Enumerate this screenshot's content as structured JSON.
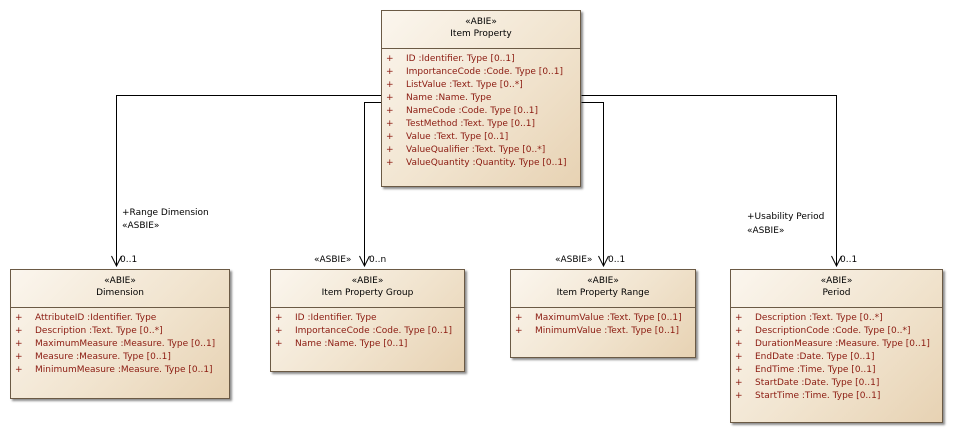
{
  "classes": {
    "item_property": {
      "stereotype": "«ABIE»",
      "name": "Item Property",
      "attributes": [
        {
          "vis": "+",
          "text": "ID  :Identifier. Type [0..1]"
        },
        {
          "vis": "+",
          "text": "ImportanceCode  :Code. Type [0..1]"
        },
        {
          "vis": "+",
          "text": "ListValue  :Text. Type [0..*]"
        },
        {
          "vis": "+",
          "text": "Name  :Name. Type"
        },
        {
          "vis": "+",
          "text": "NameCode  :Code. Type [0..1]"
        },
        {
          "vis": "+",
          "text": "TestMethod  :Text. Type [0..1]"
        },
        {
          "vis": "+",
          "text": "Value  :Text. Type [0..1]"
        },
        {
          "vis": "+",
          "text": "ValueQualifier  :Text. Type [0..*]"
        },
        {
          "vis": "+",
          "text": "ValueQuantity  :Quantity. Type [0..1]"
        }
      ]
    },
    "dimension": {
      "stereotype": "«ABIE»",
      "name": "Dimension",
      "attributes": [
        {
          "vis": "+",
          "text": "AttributeID  :Identifier. Type"
        },
        {
          "vis": "+",
          "text": "Description  :Text. Type [0..*]"
        },
        {
          "vis": "+",
          "text": "MaximumMeasure  :Measure. Type [0..1]"
        },
        {
          "vis": "+",
          "text": "Measure  :Measure. Type [0..1]"
        },
        {
          "vis": "+",
          "text": "MinimumMeasure  :Measure. Type [0..1]"
        }
      ]
    },
    "item_property_group": {
      "stereotype": "«ABIE»",
      "name": "Item Property Group",
      "attributes": [
        {
          "vis": "+",
          "text": "ID  :Identifier. Type"
        },
        {
          "vis": "+",
          "text": "ImportanceCode  :Code. Type [0..1]"
        },
        {
          "vis": "+",
          "text": "Name  :Name. Type [0..1]"
        }
      ]
    },
    "item_property_range": {
      "stereotype": "«ABIE»",
      "name": "Item Property Range",
      "attributes": [
        {
          "vis": "+",
          "text": "MaximumValue  :Text. Type [0..1]"
        },
        {
          "vis": "+",
          "text": "MinimumValue  :Text. Type [0..1]"
        }
      ]
    },
    "period": {
      "stereotype": "«ABIE»",
      "name": "Period",
      "attributes": [
        {
          "vis": "+",
          "text": "Description  :Text. Type [0..*]"
        },
        {
          "vis": "+",
          "text": "DescriptionCode  :Code. Type [0..*]"
        },
        {
          "vis": "+",
          "text": "DurationMeasure  :Measure. Type [0..1]"
        },
        {
          "vis": "+",
          "text": "EndDate  :Date. Type [0..1]"
        },
        {
          "vis": "+",
          "text": "EndTime  :Time. Type [0..1]"
        },
        {
          "vis": "+",
          "text": "StartDate  :Date. Type [0..1]"
        },
        {
          "vis": "+",
          "text": "StartTime  :Time. Type [0..1]"
        }
      ]
    }
  },
  "associations": {
    "dimension": {
      "role": "+Range Dimension",
      "stereotype": "«ASBIE»",
      "multiplicity": "0..1"
    },
    "group": {
      "stereotype": "«ASBIE»",
      "multiplicity": "0..n"
    },
    "range": {
      "stereotype": "«ASBIE»",
      "multiplicity": "0..1"
    },
    "period": {
      "role": "+Usability Period",
      "stereotype": "«ASBIE»",
      "multiplicity": "0..1"
    }
  },
  "colors": {
    "attribute_text": "#8b1a10",
    "border": "#6b5a45",
    "connector": "#000000"
  }
}
